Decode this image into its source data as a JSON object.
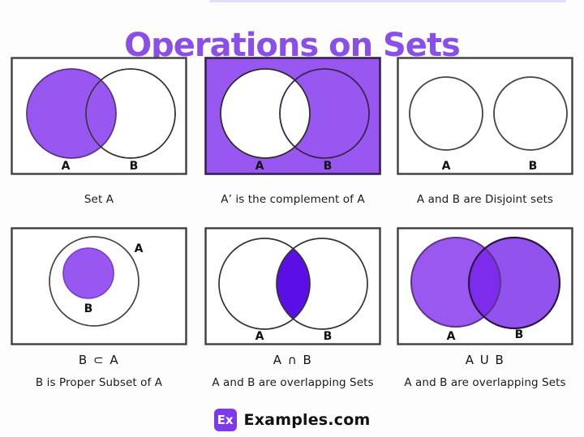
{
  "title": "Operations on Sets",
  "colors": {
    "title_purple": "#8b4fe9",
    "set_fill_purple": "#9957f1",
    "complement_bg_purple": "#9957f1",
    "intersection_fill_violet": "#5b0fe6",
    "union_fill_purple": "#9a58f0",
    "union_overlap_purple": "#7d2ceb",
    "box_border": "#3f3f3f",
    "logo_bg": "#7c3aed"
  },
  "panels": [
    {
      "name": "set-a",
      "label_a": "A",
      "label_b": "B",
      "caption": "Set A"
    },
    {
      "name": "complement",
      "label_a": "A",
      "label_b": "B",
      "caption": "A’ is the complement of A"
    },
    {
      "name": "disjoint",
      "label_a": "A",
      "label_b": "B",
      "caption": "A and B are Disjoint sets"
    },
    {
      "name": "subset",
      "label_a": "A",
      "label_b": "B",
      "formula": "B ⊂ A",
      "caption": "B is Proper Subset of A"
    },
    {
      "name": "intersection",
      "label_a": "A",
      "label_b": "B",
      "formula": "A ∩ B",
      "caption": "A and B are overlapping Sets"
    },
    {
      "name": "union",
      "label_a": "A",
      "label_b": "B",
      "formula": "A U B",
      "caption": "A and B are overlapping Sets"
    }
  ],
  "footer": {
    "logo_text": "Ex",
    "site_name": "Examples.com"
  }
}
